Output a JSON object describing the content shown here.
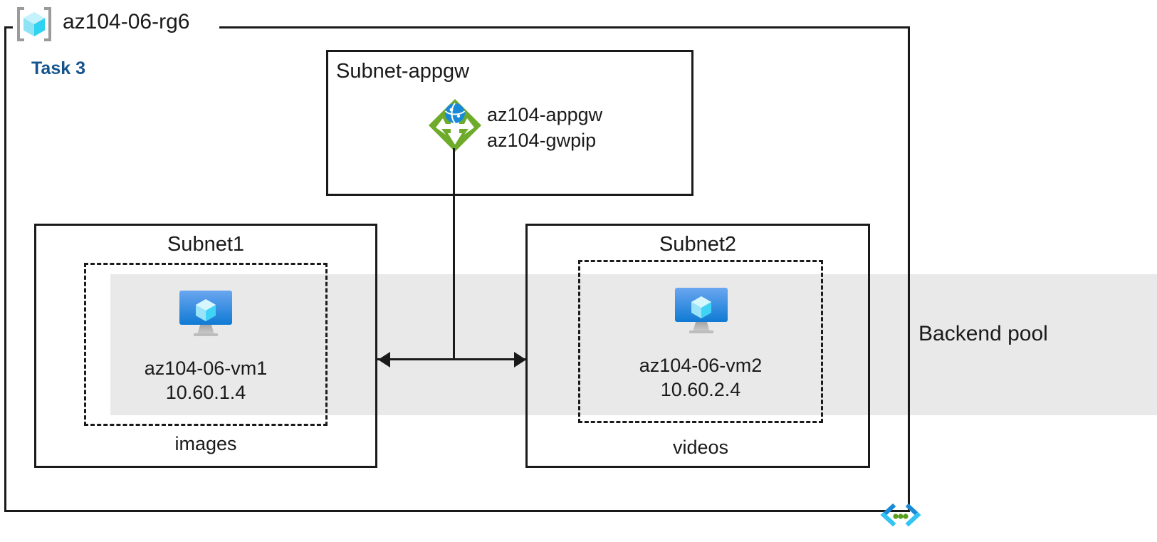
{
  "diagram": {
    "resource_group": {
      "name": "az104-06-rg6",
      "icon": "resource-group-cube-icon"
    },
    "task_label": "Task 3",
    "backend_pool": {
      "label": "Backend pool",
      "band_color": "#e9e9e9"
    },
    "gateway": {
      "subnet_title": "Subnet-appgw",
      "icon": "application-gateway-icon",
      "resource_name": "az104-appgw",
      "public_ip_name": "az104-gwpip",
      "icon_color": "#6eab2b",
      "globe_color": "#1b8ad6"
    },
    "subnets": [
      {
        "title": "Subnet1",
        "vm_icon": "virtual-machine-icon",
        "vm_name": "az104-06-vm1",
        "vm_ip": "10.60.1.4",
        "footer": "images"
      },
      {
        "title": "Subnet2",
        "vm_icon": "virtual-machine-icon",
        "vm_name": "az104-06-vm2",
        "vm_ip": "10.60.2.4",
        "footer": "videos"
      }
    ],
    "vnet_badge": {
      "icon": "virtual-network-icon",
      "bracket_color": "#1b8ad6",
      "bracket_accent_color": "#32c5f4",
      "dot_color": "#5a9e1f"
    },
    "colors": {
      "stroke": "#1a1a1a",
      "task_text": "#14548c"
    }
  }
}
